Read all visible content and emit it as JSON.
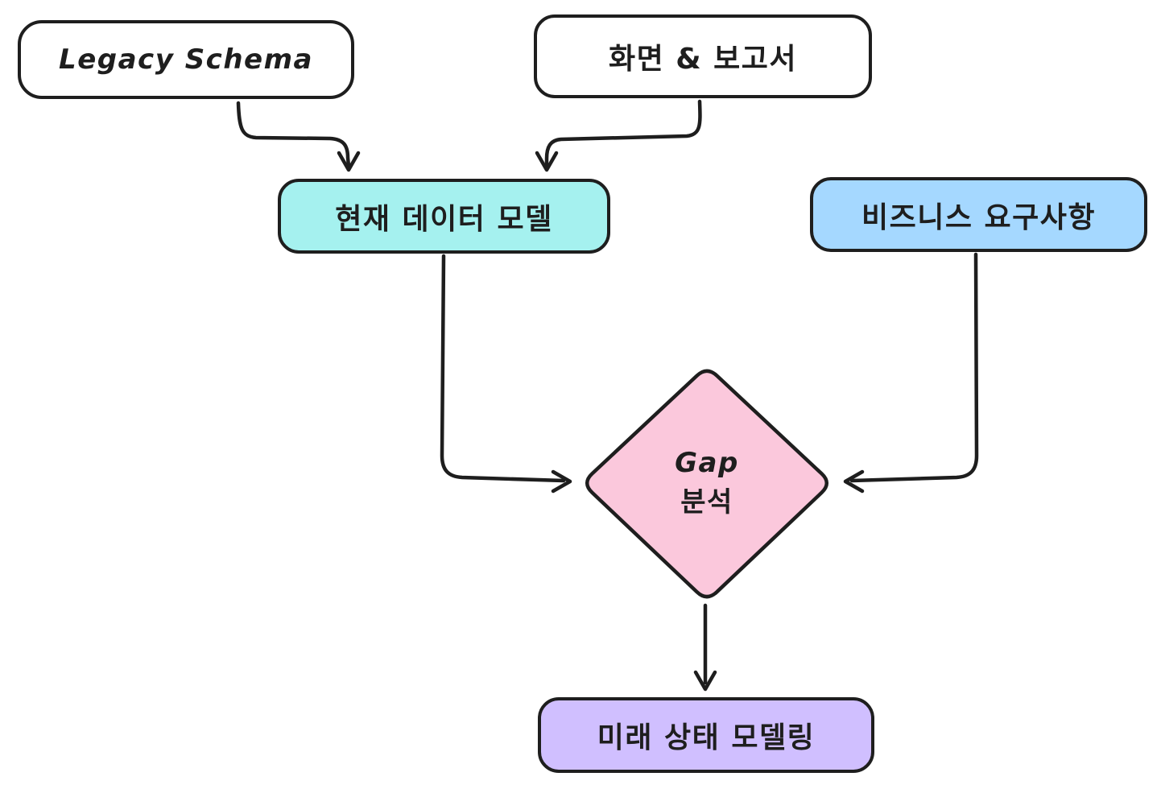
{
  "diagram": {
    "type": "flowchart",
    "colors": {
      "stroke": "#1e1e1e",
      "background": "#ffffff"
    },
    "nodes": {
      "legacy_schema": {
        "label": "Legacy Schema",
        "shape": "rounded-rect",
        "fill": "#ffffff"
      },
      "screens_reports": {
        "label": "화면 & 보고서",
        "shape": "rounded-rect",
        "fill": "#ffffff"
      },
      "current_data_model": {
        "label": "현재 데이터 모델",
        "shape": "rounded-rect",
        "fill": "#a5f1ef"
      },
      "business_requirements": {
        "label": "비즈니스 요구사항",
        "shape": "rounded-rect",
        "fill": "#a5d8ff"
      },
      "gap_analysis": {
        "line1": "Gap",
        "line2": "분석",
        "shape": "diamond",
        "fill": "#fbc8dc"
      },
      "future_state_modeling": {
        "label": "미래 상태 모델링",
        "shape": "rounded-rect",
        "fill": "#d0bfff"
      }
    },
    "edges": [
      {
        "from": "legacy_schema",
        "to": "current_data_model"
      },
      {
        "from": "screens_reports",
        "to": "current_data_model"
      },
      {
        "from": "current_data_model",
        "to": "gap_analysis"
      },
      {
        "from": "business_requirements",
        "to": "gap_analysis"
      },
      {
        "from": "gap_analysis",
        "to": "future_state_modeling"
      }
    ]
  }
}
